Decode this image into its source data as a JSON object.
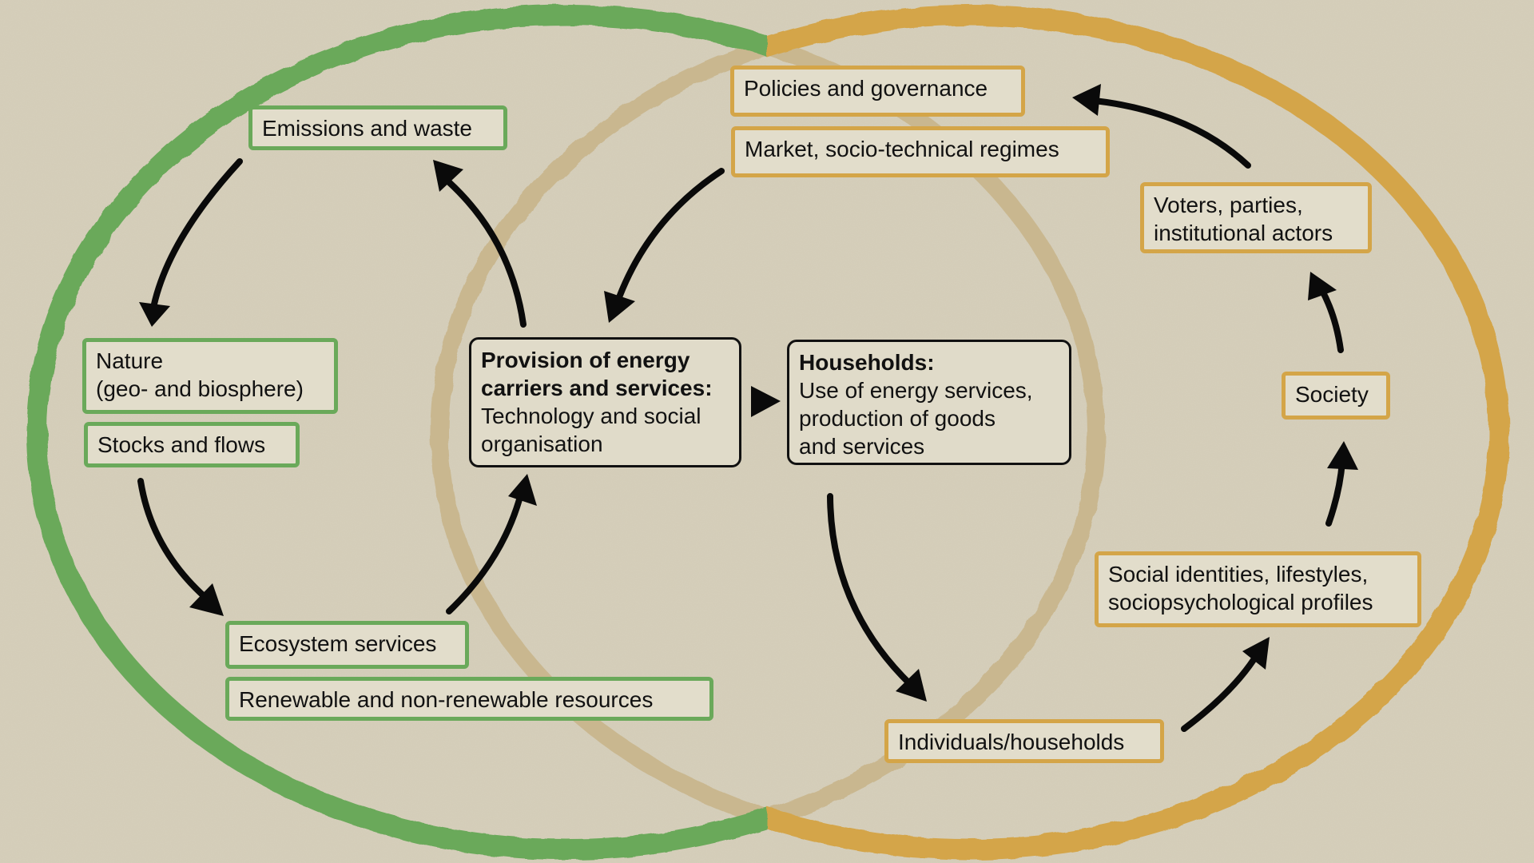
{
  "colors": {
    "background": "#d6cfbb",
    "nature_ring": "#6aa95a",
    "society_ring": "#d4a548",
    "faded_ring": "#c9b78f",
    "arrow": "#0a0a0a"
  },
  "nature_side": {
    "emissions": "Emissions and waste",
    "nature_lines": [
      "Nature",
      "(geo- and biosphere)"
    ],
    "stocks": "Stocks and flows",
    "ecosystem": "Ecosystem services",
    "resources": "Renewable and non-renewable resources"
  },
  "center": {
    "provision": {
      "title_lines": [
        "Provision of energy",
        "carriers and services:"
      ],
      "body_lines": [
        "Technology and social",
        "organisation"
      ]
    },
    "households": {
      "title": "Households:",
      "body_lines": [
        "Use of energy services,",
        "production of goods",
        "and services"
      ]
    }
  },
  "society_side": {
    "policies": "Policies and governance",
    "market": "Market, socio-technical regimes",
    "voters_lines": [
      "Voters, parties,",
      "institutional actors"
    ],
    "society": "Society",
    "social_lines": [
      "Social identities, lifestyles,",
      "sociopsychological profiles"
    ],
    "individuals": "Individuals/households"
  },
  "flows": [
    {
      "from": "Emissions and waste",
      "to": "Nature (geo- and biosphere)"
    },
    {
      "from": "Provision of energy carriers and services",
      "to": "Emissions and waste"
    },
    {
      "from": "Market, socio-technical regimes",
      "to": "Provision of energy carriers and services"
    },
    {
      "from": "Stocks and flows",
      "to": "Ecosystem services"
    },
    {
      "from": "Ecosystem services",
      "to": "Provision of energy carriers and services"
    },
    {
      "from": "Provision of energy carriers and services",
      "to": "Households"
    },
    {
      "from": "Households",
      "to": "Individuals/households"
    },
    {
      "from": "Individuals/households",
      "to": "Social identities, lifestyles, sociopsychological profiles"
    },
    {
      "from": "Social identities, lifestyles, sociopsychological profiles",
      "to": "Society"
    },
    {
      "from": "Society",
      "to": "Voters, parties, institutional actors"
    },
    {
      "from": "Voters, parties, institutional actors",
      "to": "Policies and governance"
    }
  ]
}
